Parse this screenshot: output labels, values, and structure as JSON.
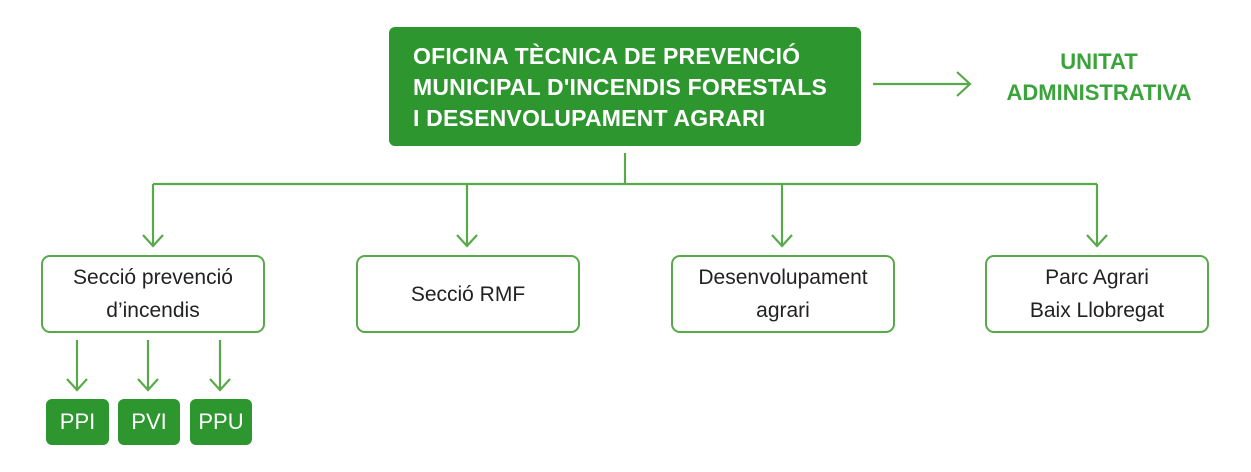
{
  "colors": {
    "primary_green": "#2e962e",
    "line_green": "#58a94a",
    "label_green": "#3aa33a",
    "text": "#222222"
  },
  "top_unit": {
    "lines": [
      "OFICINA TÈCNICA DE PREVENCIÓ",
      "MUNICIPAL D'INCENDIS FORESTALS",
      "I DESENVOLUPAMENT AGRARI"
    ]
  },
  "side_label": {
    "lines": [
      "UNITAT",
      "ADMINISTRATIVA"
    ]
  },
  "sections": [
    {
      "lines": [
        "Secció prevenció",
        "d’incendis"
      ]
    },
    {
      "lines": [
        "Secció RMF"
      ]
    },
    {
      "lines": [
        "Desenvolupament",
        "agrari"
      ]
    },
    {
      "lines": [
        "Parc Agrari",
        "Baix Llobregat"
      ]
    }
  ],
  "subunits": [
    "PPI",
    "PVI",
    "PPU"
  ]
}
